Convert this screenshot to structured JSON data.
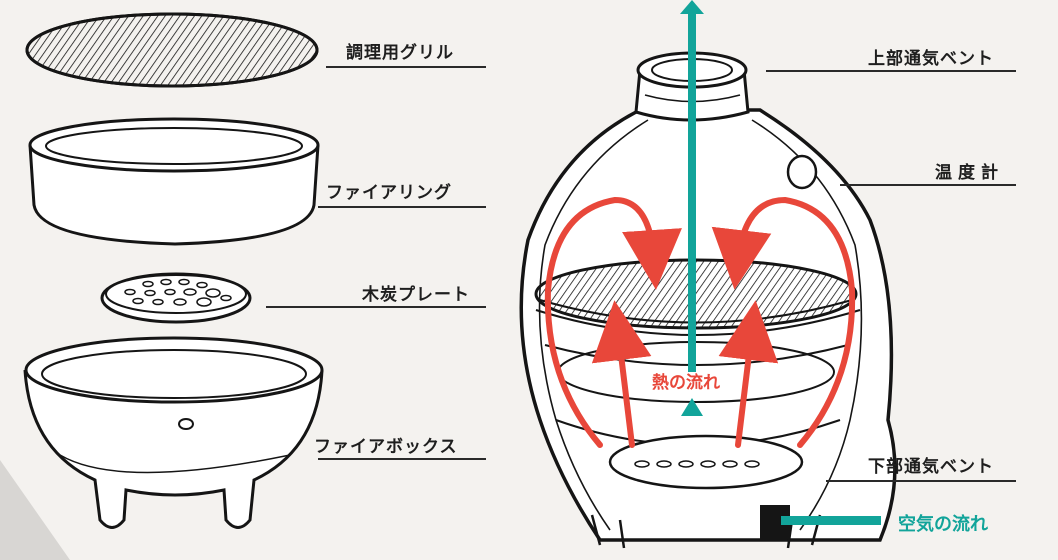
{
  "colors": {
    "background": "#f4f2ef",
    "line": "#151515",
    "heat_flow": "#e8473a",
    "air_flow": "#12a49a"
  },
  "parts_labels": {
    "grill": "調理用グリル",
    "fire_ring": "ファイアリング",
    "charcoal_plate": "木炭プレート",
    "firebox": "ファイアボックス"
  },
  "grill_labels": {
    "top_vent": "上部通気ベント",
    "thermometer": "温度計",
    "bottom_vent": "下部通気ベント"
  },
  "flow": {
    "heat": "熱の流れ",
    "air": "空気の流れ"
  }
}
